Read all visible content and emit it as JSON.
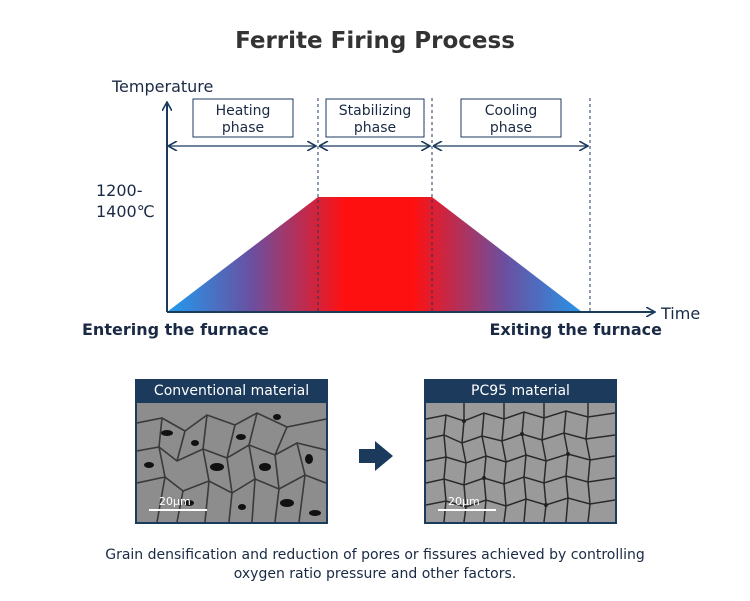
{
  "title": "Ferrite Firing Process",
  "chart": {
    "y_axis_label": "Temperature",
    "x_axis_label": "Time",
    "temperature_label_line1": "1200-",
    "temperature_label_line2": "1400℃",
    "start_label": "Entering the furnace",
    "end_label": "Exiting the furnace",
    "phases": [
      {
        "line1": "Heating",
        "line2": "phase"
      },
      {
        "line1": "Stabilizing",
        "line2": "phase"
      },
      {
        "line1": "Cooling",
        "line2": "phase"
      }
    ],
    "colors": {
      "cold": "#1f9cf0",
      "mid": "#6b4fa0",
      "hot": "#ff1010",
      "axis": "#1b3a5c"
    }
  },
  "comparison": {
    "before": {
      "caption": "Conventional material",
      "scale_label": "20μm"
    },
    "after": {
      "caption": "PC95 material",
      "scale_label": "20μm"
    }
  },
  "footer": {
    "line1": "Grain densification and reduction of pores or fissures achieved by controlling",
    "line2": "oxygen ratio pressure and other factors."
  }
}
